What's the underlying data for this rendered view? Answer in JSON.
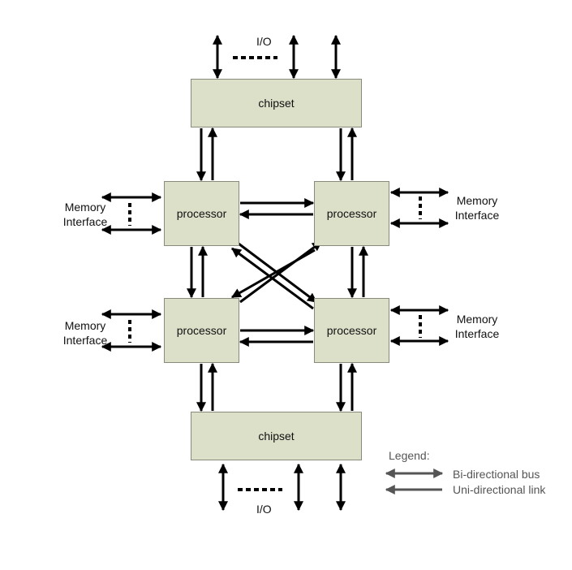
{
  "diagram": {
    "io_top": "I/O",
    "io_bottom": "I/O",
    "chipset_top": "chipset",
    "chipset_bottom": "chipset",
    "processor_tl": "processor",
    "processor_tr": "processor",
    "processor_bl": "processor",
    "processor_br": "processor",
    "mem_tl": [
      "Memory",
      "Interface"
    ],
    "mem_tr": [
      "Memory",
      "Interface"
    ],
    "mem_bl": [
      "Memory",
      "Interface"
    ],
    "mem_br": [
      "Memory",
      "Interface"
    ]
  },
  "legend": {
    "title": "Legend:",
    "bidirectional": "Bi-directional bus",
    "unidirectional": "Uni-directional link"
  },
  "colors": {
    "box_fill": "#dde0c9",
    "box_border": "#8a8a7a",
    "arrow": "#000000",
    "legend_arrow": "#555555",
    "legend_text": "#555555"
  }
}
